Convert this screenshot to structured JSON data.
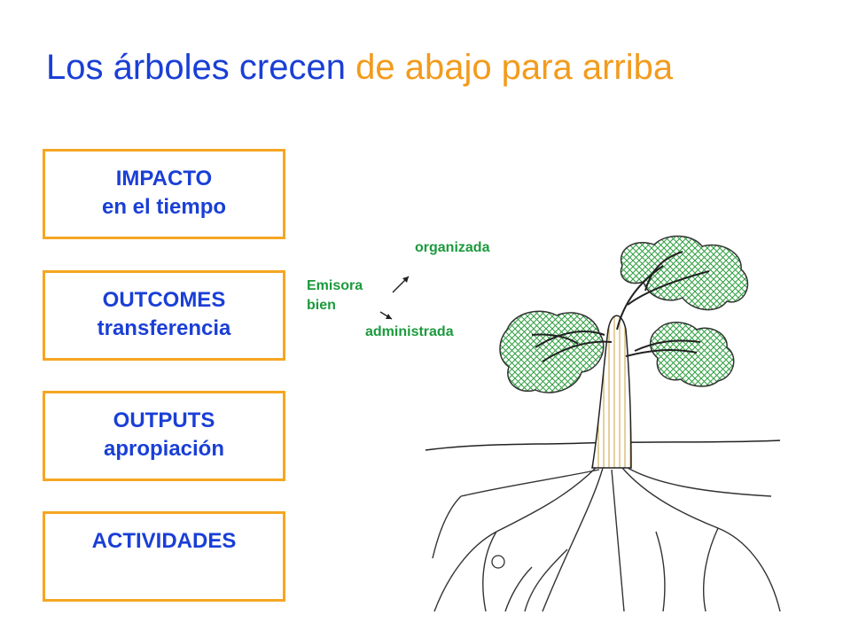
{
  "title": {
    "part1": "Los árboles crecen ",
    "part2": "de abajo para arriba"
  },
  "boxes": [
    {
      "line1": "IMPACTO",
      "line2": "en el tiempo"
    },
    {
      "line1": "OUTCOMES",
      "line2": "transferencia"
    },
    {
      "line1": "OUTPUTS",
      "line2": "apropiación"
    },
    {
      "line1": "ACTIVIDADES",
      "line2": ""
    }
  ],
  "labels": {
    "organizada": "organizada",
    "emisora": "Emisora",
    "bien": "bien",
    "administrada": "administrada"
  },
  "colors": {
    "title_blue": "#1a3fd6",
    "title_orange": "#f29b1c",
    "box_border": "#f5a623",
    "label_green": "#1b9a3c",
    "foliage": "#2e9e3f"
  }
}
